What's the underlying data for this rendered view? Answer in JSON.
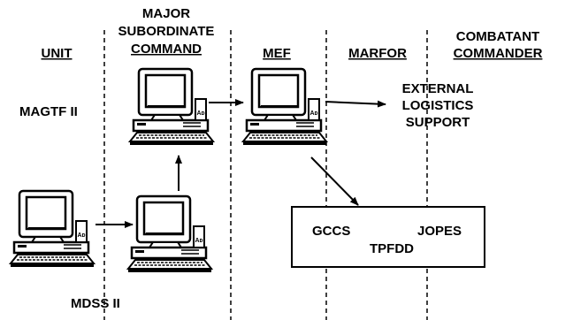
{
  "headers": {
    "unit": "UNIT",
    "msc_line1": "MAJOR",
    "msc_line2": "SUBORDINATE",
    "msc_line3": "COMMAND",
    "mef": "MEF",
    "marfor": "MARFOR",
    "cc_line1": "COMBATANT",
    "cc_line2": "COMMANDER"
  },
  "labels": {
    "magtf": "MAGTF II",
    "mdss": "MDSS II",
    "ext_line1": "EXTERNAL",
    "ext_line2": "LOGISTICS",
    "ext_line3": "SUPPORT"
  },
  "systems_box": {
    "gccs": "GCCS",
    "jopes": "JOPES",
    "tpfdd": "TPFDD"
  },
  "computer_badge": "Aᴅ"
}
